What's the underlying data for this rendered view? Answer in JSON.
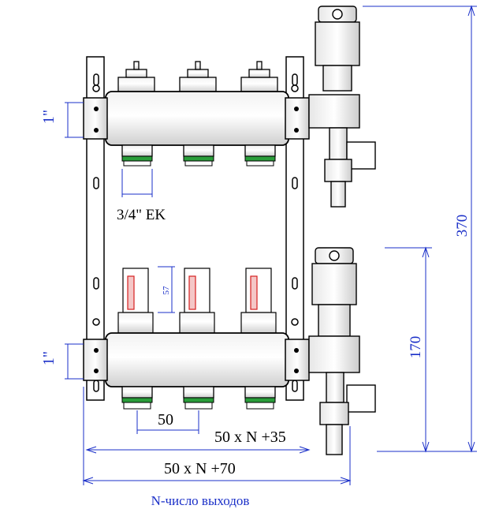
{
  "dimensions": {
    "height_total": "370",
    "height_lower": "170",
    "pipe_left_top": "1\"",
    "pipe_left_bottom": "1\"",
    "outlet_thread": "3/4\" EK",
    "flowmeter_height": "57",
    "spacing": "50",
    "length_inner": "50 x N +35",
    "length_outer": "50 x N +70"
  },
  "caption": "N-число выходов",
  "colors": {
    "dimension": "#1a2fc8",
    "outline": "#000000",
    "seal": "#2a9d3a",
    "flow_marks": "#d62020"
  }
}
